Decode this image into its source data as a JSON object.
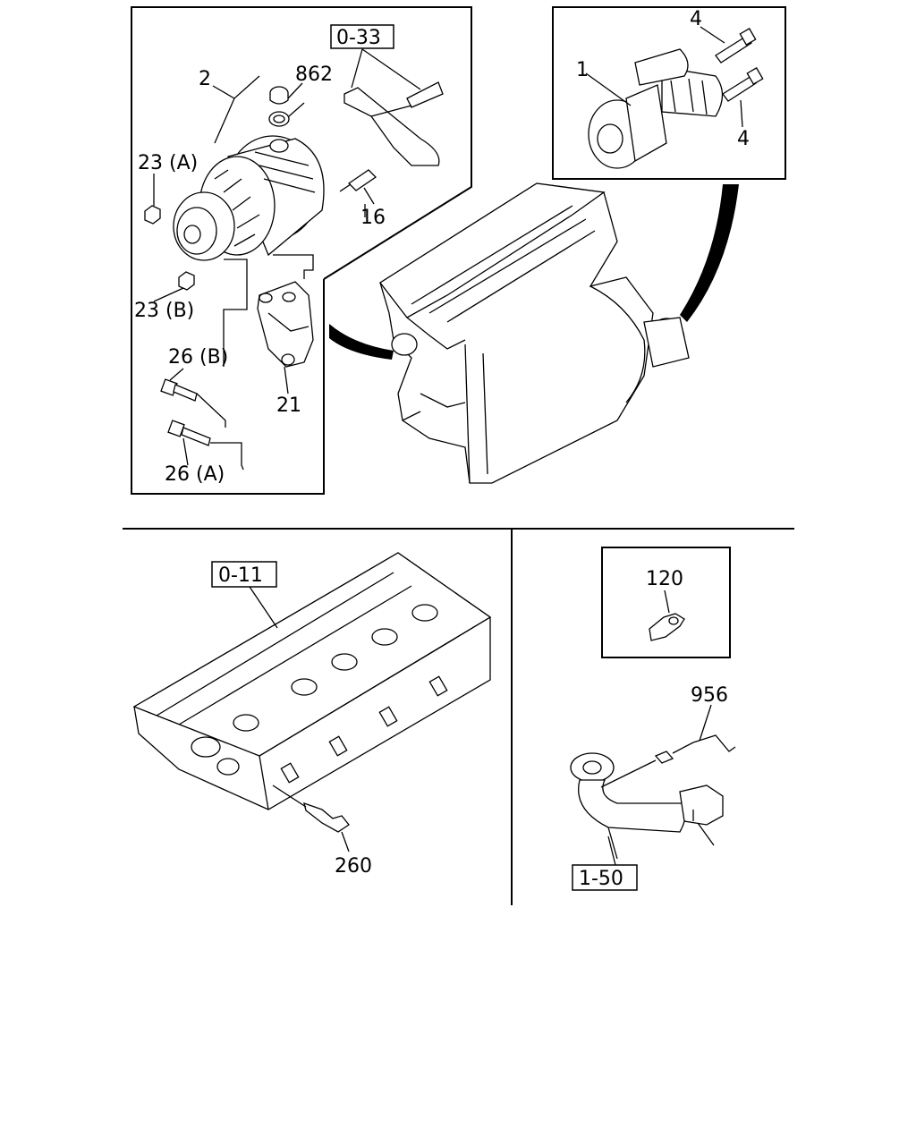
{
  "callouts": {
    "alternator": "2",
    "part_862": "862",
    "ref_033": "0-33",
    "nut_23a": "23 (A)",
    "nut_23b": "23 (B)",
    "bolt_16": "16",
    "bolt_26b": "26 (B)",
    "bolt_26a": "26 (A)",
    "bracket_21": "21",
    "starter": "1",
    "starter_bolt_top": "4",
    "starter_bolt_bottom": "4",
    "ref_011": "0-11",
    "sensor_260": "260",
    "clip_120": "120",
    "sensor_956": "956",
    "ref_150": "1-50"
  }
}
